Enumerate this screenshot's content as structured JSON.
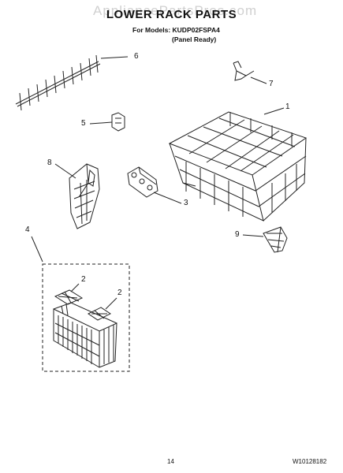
{
  "header": {
    "watermark": "AppliancePartsPros.com",
    "title": "LOWER RACK PARTS",
    "models_line": "For Models: KUDP02FSPA4",
    "panel_line": "(Panel Ready)"
  },
  "callouts": [
    "6",
    "7",
    "1",
    "5",
    "8",
    "3",
    "4",
    "9",
    "2",
    "2"
  ],
  "footer": {
    "page_number": "14",
    "doc_number": "W10128182"
  }
}
